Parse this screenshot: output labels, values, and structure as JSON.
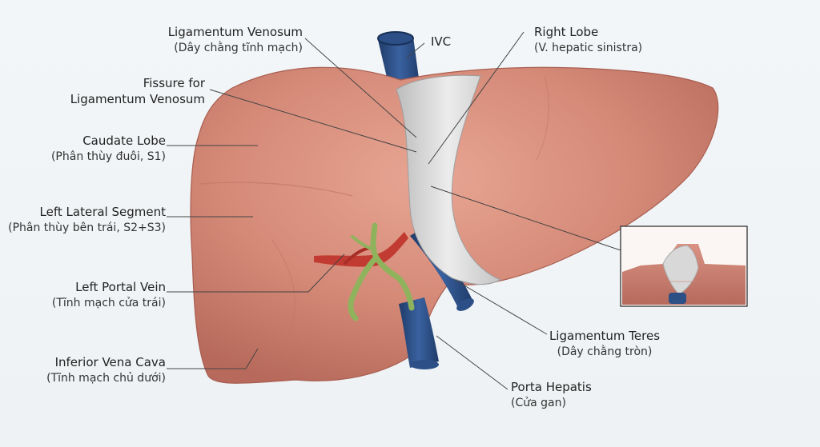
{
  "colors": {
    "liver": "#d58a78",
    "liver_dark": "#b9685a",
    "ligament": "#dcdcdc",
    "vein_blue": "#2c4f86",
    "artery_red": "#c23b32",
    "bile_green": "#8fb35c",
    "leader": "#444444"
  },
  "labels": {
    "ligamentum_venosum": {
      "main": "Ligamentum Venosum",
      "sub": "(Dây chằng tĩnh mạch)"
    },
    "fissure": {
      "main": "Fissure for",
      "sub": "Ligamentum Venosum"
    },
    "caudate_lobe": {
      "main": "Caudate Lobe",
      "sub": "(Phân thùy đuôi, S1)"
    },
    "left_lateral_segment": {
      "main": "Left Lateral Segment",
      "sub": "(Phân thùy bên trái, S2+S3)"
    },
    "left_portal_vein": {
      "main": "Left Portal Vein",
      "sub": "(Tĩnh mạch cửa trái)"
    },
    "inferior_vena_cava": {
      "main": "Inferior Vena Cava",
      "sub": "(Tĩnh mạch chủ dưới)"
    },
    "ivc": {
      "main": "IVC"
    },
    "right_lobe": {
      "main": "Right Lobe",
      "sub": "(V. hepatic sinistra)"
    },
    "ligamentum_teres": {
      "main": "Ligamentum Teres",
      "sub": "(Dây chằng tròn)"
    },
    "porta_hepatis": {
      "main": "Porta Hepatis",
      "sub": "(Cửa gan)"
    }
  }
}
